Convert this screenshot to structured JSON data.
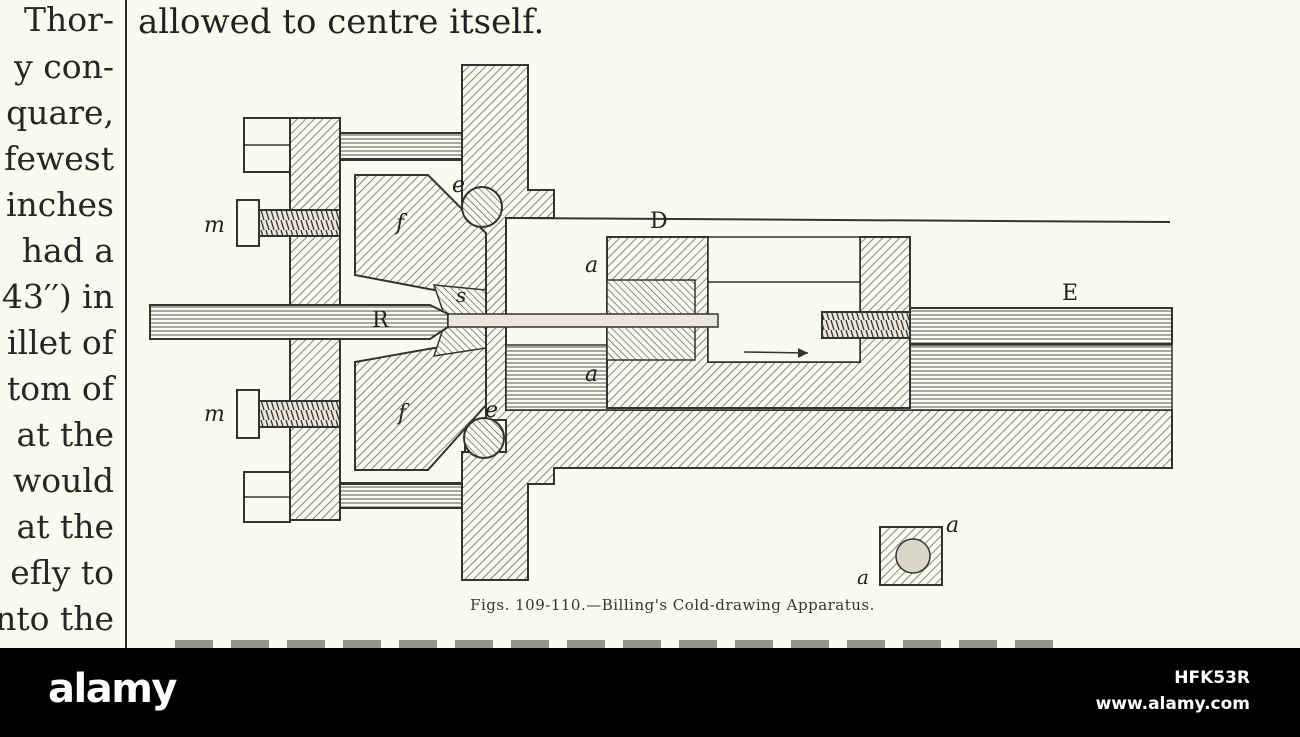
{
  "left_column": [
    "Thor-",
    "y con-",
    "quare,",
    "fewest",
    "inches",
    "had a",
    "43′′) in",
    "illet of",
    "tom of",
    "at the",
    "would",
    "at the",
    "efly to",
    "nto the"
  ],
  "top_line": "allowed to centre itself.",
  "figure_labels": {
    "D": "D",
    "E": "E",
    "R": "R",
    "s": "s",
    "e_top": "e",
    "e_bottom": "e",
    "f_top": "f",
    "f_bottom": "f",
    "m_top": "m",
    "m_bottom": "m",
    "a_top": "a",
    "a_middle": "a",
    "a_small_right": "a",
    "a_small_left": "a"
  },
  "caption": "Figs. 109-110.—Billing's Cold-drawing Apparatus.",
  "watermark": {
    "logo": "alamy",
    "image_id": "HFK53R",
    "site": "www.alamy.com"
  }
}
